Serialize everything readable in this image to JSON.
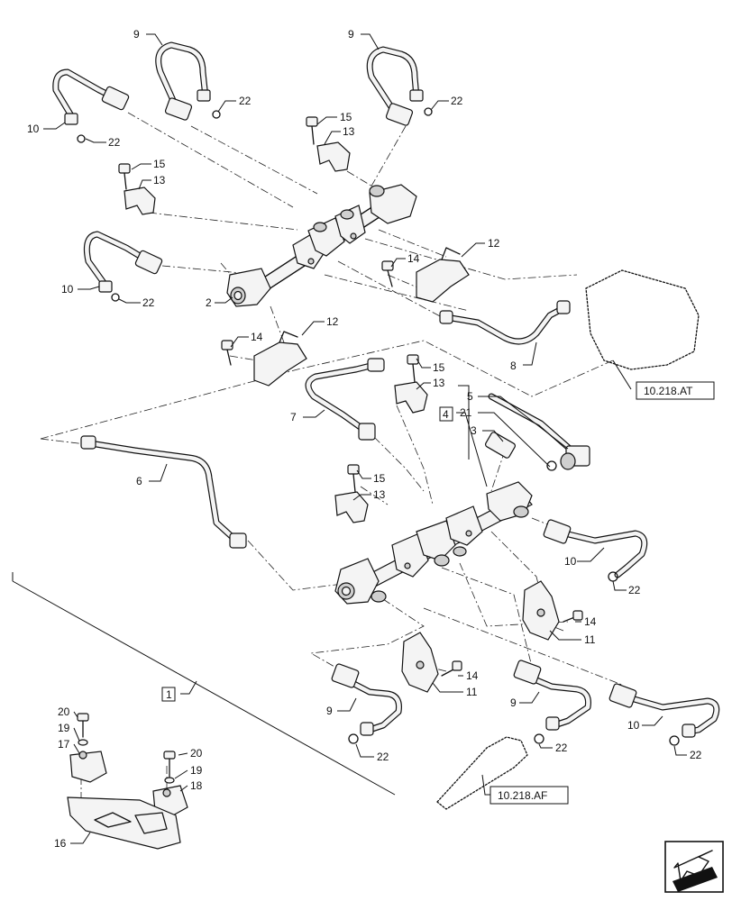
{
  "callouts": {
    "c9a": "9",
    "c9b": "9",
    "c22a": "22",
    "c22b": "22",
    "c10a": "10",
    "c22c": "22",
    "c15a": "15",
    "c13a": "13",
    "c15b": "15",
    "c13b": "13",
    "c12a": "12",
    "c14a": "14",
    "c10b": "10",
    "c22d": "22",
    "c2": "2",
    "c14b": "14",
    "c12b": "12",
    "c8": "8",
    "c15c": "15",
    "c13c": "13",
    "c7": "7",
    "c5": "5",
    "c21": "21",
    "c3": "3",
    "c6": "6",
    "c15d": "15",
    "c13d": "13",
    "c10c": "10",
    "c22e": "22",
    "c14c": "14",
    "c11a": "11",
    "c14d": "14",
    "c11b": "11",
    "c9c": "9",
    "c22f": "22",
    "c9d": "9",
    "c22g": "22",
    "c10d": "10",
    "c22h": "22",
    "c20a": "20",
    "c19a": "19",
    "c17": "17",
    "c20b": "20",
    "c19b": "19",
    "c18": "18",
    "c16": "16"
  },
  "boxed_items": {
    "box4": "4",
    "box1": "1"
  },
  "references": {
    "ref_top": "10.218.AT",
    "ref_bottom": "10.218.AF"
  },
  "nav_icon": "arrow-navigation-icon"
}
